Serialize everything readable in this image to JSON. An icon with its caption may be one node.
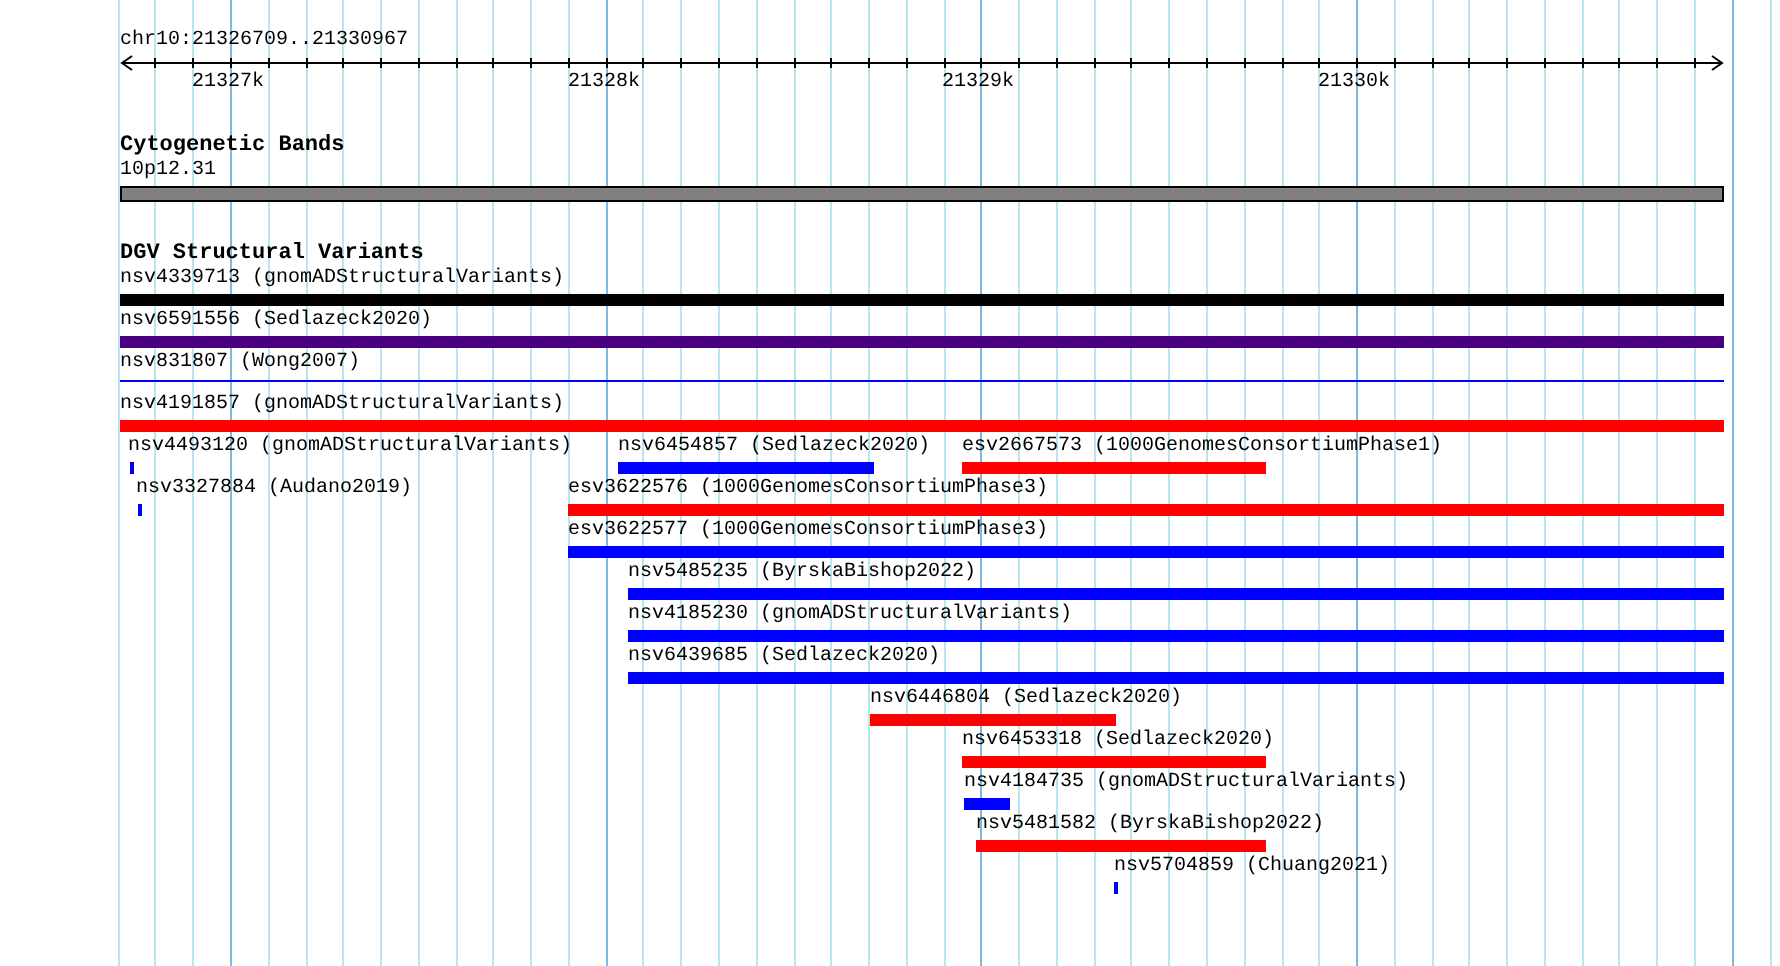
{
  "diagram": {
    "labels": [
      "chr10:21326709..21330967",
      "21327k",
      "21328k",
      "21329k",
      "21330k",
      "Cytogenetic Bands",
      "10p12.31",
      "DGV Structural Variants",
      "nsv4339713 (gnomADStructuralVariants)",
      "nsv6591556 (Sedlazeck2020)",
      "nsv831807 (Wong2007)",
      "nsv4191857 (gnomADStructuralVariants)",
      "nsv4493120 (gnomADStructuralVariants)",
      "nsv6454857 (Sedlazeck2020)",
      "esv2667573 (1000GenomesConsortiumPhase1)",
      "nsv3327884 (Audano2019)",
      "esv3622576 (1000GenomesConsortiumPhase3)",
      "esv3622577 (1000GenomesConsortiumPhase3)",
      "nsv5485235 (ByrskaBishop2022)",
      "nsv4185230 (gnomADStructuralVariants)",
      "nsv6439685 (Sedlazeck2020)",
      "nsv6446804 (Sedlazeck2020)",
      "nsv6453318 (Sedlazeck2020)",
      "nsv4184735 (gnomADStructuralVariants)",
      "nsv5481582 (ByrskaBishop2022)",
      "nsv5704859 (Chuang2021)"
    ]
  }
}
